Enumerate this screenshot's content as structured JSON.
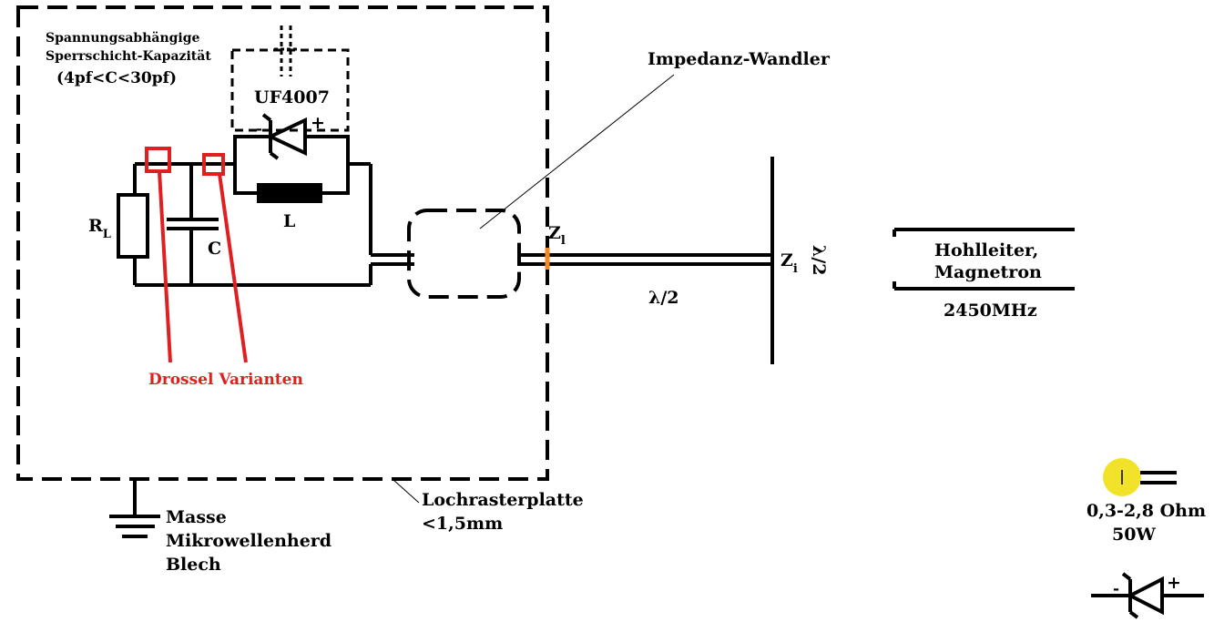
{
  "labels": {
    "kap_line1": "Spannungsabhängige",
    "kap_line2": "Sperrschicht-Kapazität",
    "kap_range": "(4pf<C<30pf)",
    "diode_name": "UF4007",
    "diode_minus": "-",
    "diode_plus": "+",
    "inductor": "L",
    "capacitor": "C",
    "resistor_main": "R",
    "resistor_sub": "L",
    "drossel": "Drossel Varianten",
    "impedanz": "Impedanz-Wandler",
    "zl_main": "Z",
    "zl_sub": "l",
    "zi_main": "Z",
    "zi_sub": "i",
    "lambda_horizontal": "λ/2",
    "lambda_vertical": "λ/2",
    "hohlleiter_line1": "Hohlleiter,",
    "hohlleiter_line2": "Magnetron",
    "frequency": "2450MHz",
    "masse_line1": "Masse",
    "masse_line2": "Mikrowellenherd",
    "masse_line3": "Blech",
    "lochraster_line1": "Lochrasterplatte",
    "lochraster_line2": "<1,5mm",
    "legend_resistance": "0,3-2,8 Ohm",
    "legend_power": "50W",
    "legend_diode_minus": "-",
    "legend_diode_plus": "+"
  },
  "colors": {
    "line": "#000000",
    "highlight_red": "#e02020",
    "marker_orange": "#f08a24",
    "marker_yellow": "#f2e32a"
  }
}
